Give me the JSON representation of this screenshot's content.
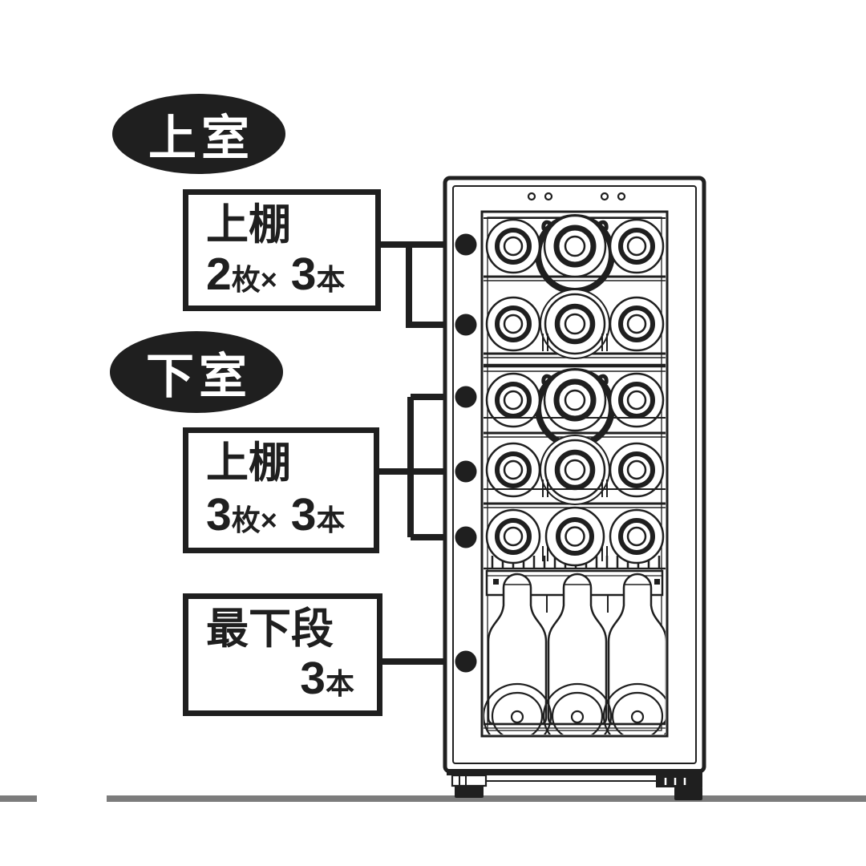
{
  "colors": {
    "ink": "#1f1f1f",
    "ground": "#7c7c7c",
    "bubble-text": "#ffffff"
  },
  "bubbles": {
    "upper": {
      "label": "上室"
    },
    "lower": {
      "label": "下室"
    }
  },
  "callouts": {
    "upper_shelf": {
      "title": "上棚",
      "shelf_qty": "2",
      "shelf_unit": "枚",
      "times": "×",
      "bottle_qty": "3",
      "bottle_unit": "本"
    },
    "lower_shelf": {
      "title": "上棚",
      "shelf_qty": "3",
      "shelf_unit": "枚",
      "times": "×",
      "bottle_qty": "3",
      "bottle_unit": "本"
    },
    "bottom_row": {
      "title": "最下段",
      "bottle_qty": "3",
      "bottle_unit": "本"
    }
  },
  "illustration": {
    "upper_chamber_rows": 2,
    "lower_chamber_rows": 3,
    "bottles_per_row": 3,
    "standing_bottles_bottom": 3
  }
}
